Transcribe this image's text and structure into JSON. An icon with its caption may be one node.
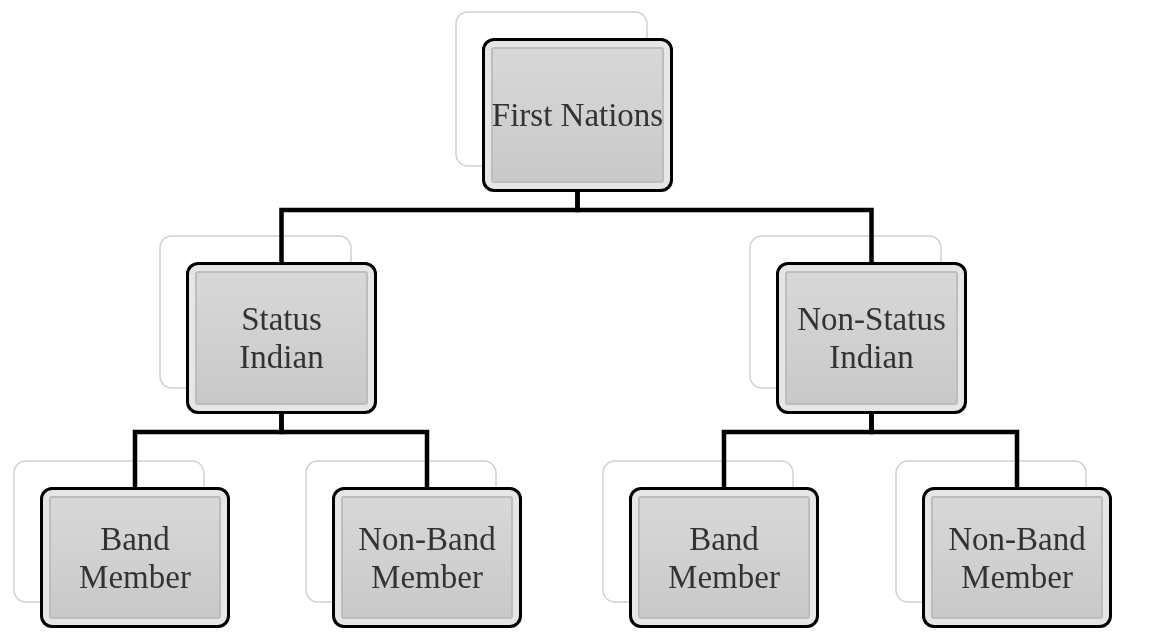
{
  "diagram": {
    "nodes": [
      {
        "text": [
          "First Nations"
        ]
      },
      {
        "text": [
          "Status Indian"
        ]
      },
      {
        "text": [
          "Non-Status Indian"
        ]
      },
      {
        "text": [
          "Band Member"
        ]
      },
      {
        "text": [
          "Non-Band Member"
        ]
      },
      {
        "text": [
          "Band Member"
        ]
      },
      {
        "text": [
          "Non-Band Member"
        ]
      }
    ],
    "edges": [
      {
        "from": 0,
        "to": 1,
        "arrow": "none"
      },
      {
        "from": 0,
        "to": 2,
        "arrow": "none"
      },
      {
        "from": 1,
        "to": 3,
        "arrow": "none"
      },
      {
        "from": 1,
        "to": 4,
        "arrow": "none"
      },
      {
        "from": 2,
        "to": 5,
        "arrow": "none"
      },
      {
        "from": 2,
        "to": 6,
        "arrow": "none"
      }
    ]
  }
}
